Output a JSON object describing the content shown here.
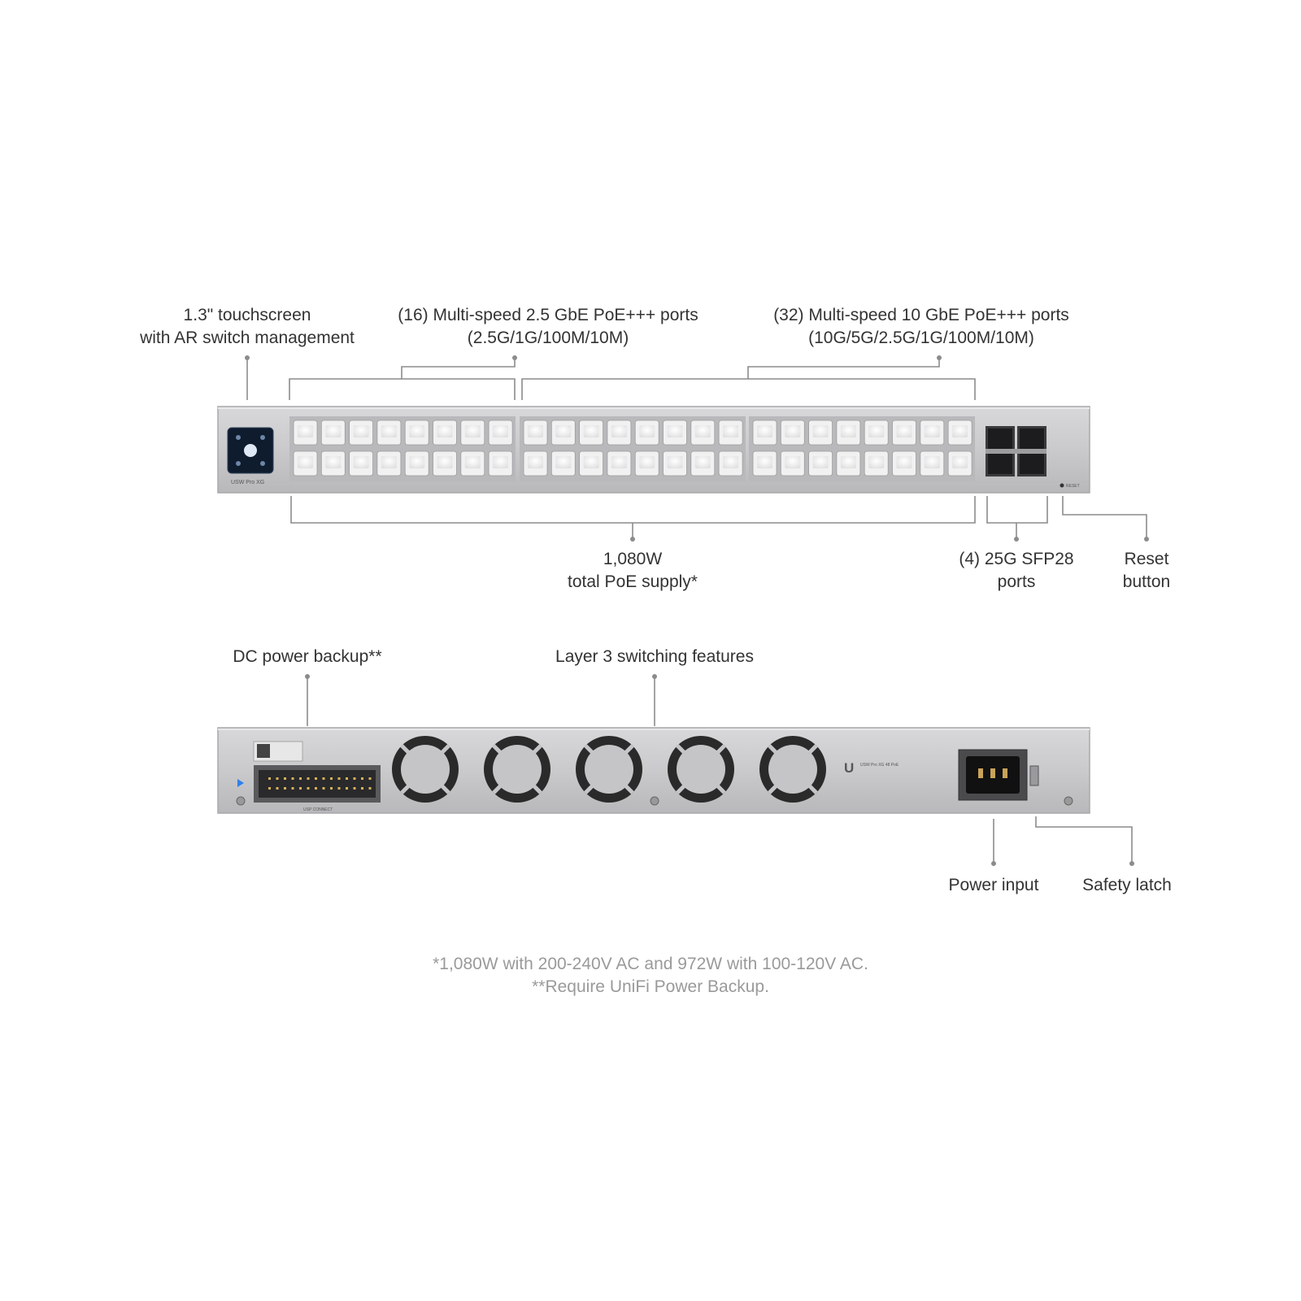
{
  "front_callouts": {
    "touchscreen": [
      "1.3\" touchscreen",
      "with AR switch management"
    ],
    "ports_25g": [
      "(16) Multi-speed 2.5 GbE PoE+++ ports",
      "(2.5G/1G/100M/10M)"
    ],
    "ports_10g": [
      "(32) Multi-speed 10 GbE PoE+++ ports",
      "(10G/5G/2.5G/1G/100M/10M)"
    ],
    "poe_supply": [
      "1,080W",
      "total PoE supply*"
    ],
    "sfp28": [
      "(4) 25G SFP28",
      "ports"
    ],
    "reset": [
      "Reset",
      "button"
    ]
  },
  "rear_callouts": {
    "dc_backup": "DC power backup**",
    "layer3": "Layer 3 switching features",
    "power_input": "Power input",
    "safety_latch": "Safety latch"
  },
  "footnotes": [
    "*1,080W with 200-240V AC and 972W with 100-120V AC.",
    "**Require UniFi Power Backup."
  ],
  "device": {
    "model_label": "USW Pro XG",
    "reset_label": "RESET",
    "rear_connector_label": "USP CONNECT",
    "rear_brand_label": "USW Pro XG 48 PoE"
  },
  "colors": {
    "chassis": "#c9c9cb",
    "chassis_edge": "#a9a9ac",
    "port_socket": "#f4f4f4",
    "fan": "#2a2a2a",
    "label_text": "#333333",
    "footnote_text": "#9a9a9a",
    "leader_line": "#8c8c8c"
  }
}
